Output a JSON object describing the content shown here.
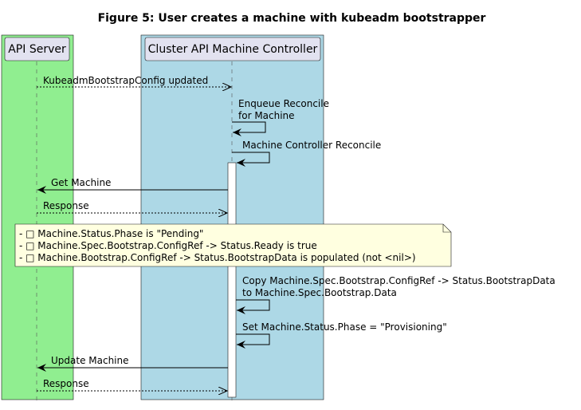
{
  "title": "Figure 5: User creates a machine with kubeadm bootstrapper",
  "participants": {
    "api_server": {
      "label": "API Server",
      "color": "#90EE90"
    },
    "controller": {
      "label": "Cluster API Machine Controller",
      "color": "#ADD8E6"
    }
  },
  "messages": [
    {
      "id": "m1",
      "from": "api_server",
      "to": "controller",
      "style": "dashed",
      "lines": [
        "KubeadmBootstrapConfig updated"
      ]
    },
    {
      "id": "m2",
      "from": "controller",
      "to": "controller",
      "style": "solid",
      "lines": [
        "Enqueue Reconcile",
        "for Machine"
      ]
    },
    {
      "id": "m3",
      "from": "controller",
      "to": "controller",
      "style": "solid",
      "lines": [
        "Machine Controller Reconcile"
      ]
    },
    {
      "id": "m4",
      "from": "controller",
      "to": "api_server",
      "style": "solid",
      "lines": [
        "Get Machine"
      ]
    },
    {
      "id": "m5",
      "from": "api_server",
      "to": "controller",
      "style": "dashed",
      "lines": [
        "Response"
      ]
    },
    {
      "id": "m6",
      "from": "controller",
      "to": "controller",
      "style": "solid",
      "lines": [
        "Copy Machine.Spec.Bootstrap.ConfigRef -> Status.BootstrapData",
        "to Machine.Spec.Bootstrap.Data"
      ]
    },
    {
      "id": "m7",
      "from": "controller",
      "to": "controller",
      "style": "solid",
      "lines": [
        "Set Machine.Status.Phase = \"Provisioning\""
      ]
    },
    {
      "id": "m8",
      "from": "controller",
      "to": "api_server",
      "style": "solid",
      "lines": [
        "Update Machine"
      ]
    },
    {
      "id": "m9",
      "from": "api_server",
      "to": "controller",
      "style": "dashed",
      "lines": [
        "Response"
      ]
    }
  ],
  "note": {
    "lines": [
      "- □ Machine.Status.Phase is \"Pending\"",
      "- □ Machine.Spec.Bootstrap.ConfigRef -> Status.Ready is true",
      "- □ Machine.Bootstrap.ConfigRef -> Status.BootstrapData is populated (not <nil>)"
    ],
    "color": "#FFFFE0"
  }
}
